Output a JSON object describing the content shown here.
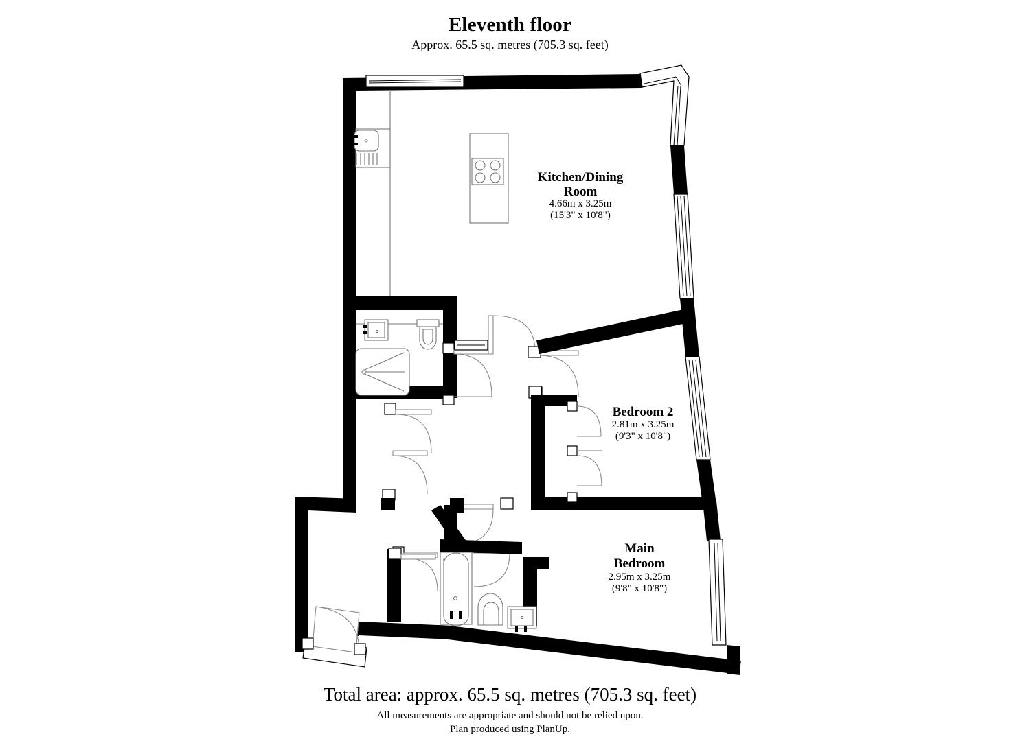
{
  "header": {
    "title": "Eleventh floor",
    "subtitle": "Approx. 65.5 sq. metres (705.3 sq. feet)"
  },
  "footer": {
    "total_area": "Total area: approx. 65.5 sq. metres (705.3 sq. feet)",
    "disclaimer_line1": "All measurements are appropriate and should not be relied upon.",
    "disclaimer_line2": "Plan produced using PlanUp."
  },
  "rooms": [
    {
      "id": "kitchen-dining",
      "name_line1": "Kitchen/Dining",
      "name_line2": "Room",
      "dim_metric": "4.66m x 3.25m",
      "dim_imperial": "(15'3\" x 10'8\")"
    },
    {
      "id": "bedroom-2",
      "name_line1": "Bedroom 2",
      "name_line2": "",
      "dim_metric": "2.81m x 3.25m",
      "dim_imperial": "(9'3\" x 10'8\")"
    },
    {
      "id": "main-bedroom",
      "name_line1": "Main",
      "name_line2": "Bedroom",
      "dim_metric": "2.95m x 3.25m",
      "dim_imperial": "(9'8\" x 10'8\")"
    }
  ],
  "fixtures": [
    {
      "name": "kitchen-sink",
      "room": "kitchen-dining"
    },
    {
      "name": "hob-cooktop",
      "room": "kitchen-dining"
    },
    {
      "name": "kitchen-island",
      "room": "kitchen-dining"
    },
    {
      "name": "bathroom-sink",
      "room": "bathroom"
    },
    {
      "name": "toilet",
      "room": "bathroom"
    },
    {
      "name": "shower-tray",
      "room": "bathroom"
    },
    {
      "name": "bathtub",
      "room": "ensuite"
    },
    {
      "name": "ensuite-toilet",
      "room": "ensuite"
    },
    {
      "name": "ensuite-sink",
      "room": "ensuite"
    }
  ],
  "colors": {
    "wall": "#000000",
    "fixture_stroke": "#777777",
    "door_swing": "#8a8a8a",
    "background": "#ffffff"
  }
}
